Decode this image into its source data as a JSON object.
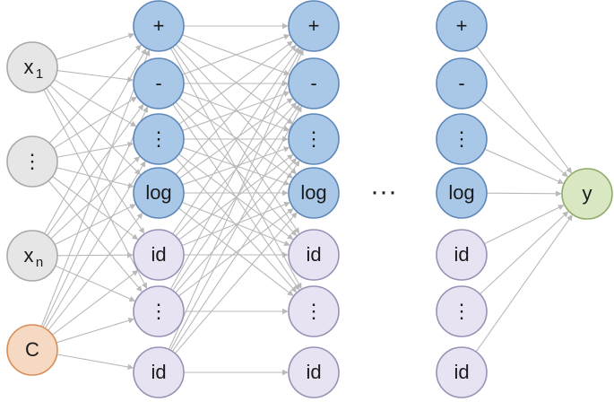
{
  "colors": {
    "input_fill": "#e6e6e6",
    "input_stroke": "#a9a9a9",
    "const_fill": "#f6d9c3",
    "const_stroke": "#d98d56",
    "op_fill": "#a9c8e8",
    "op_stroke": "#5e87b8",
    "id_fill": "#e8e3f3",
    "id_stroke": "#9a91b5",
    "out_fill": "#d9e7c2",
    "out_stroke": "#8fab64",
    "edge": "#b9b9b9"
  },
  "inputs": [
    {
      "label": "x",
      "sub": "1"
    },
    {
      "label": "⋮",
      "sub": ""
    },
    {
      "label": "x",
      "sub": "n"
    },
    {
      "label": "C",
      "sub": "",
      "kind": "const"
    }
  ],
  "hidden_nodes": [
    {
      "label": "+",
      "kind": "op"
    },
    {
      "label": "-",
      "kind": "op"
    },
    {
      "label": "⋮",
      "kind": "op"
    },
    {
      "label": "log",
      "kind": "op"
    },
    {
      "label": "id",
      "kind": "id"
    },
    {
      "label": "⋮",
      "kind": "id"
    },
    {
      "label": "id",
      "kind": "id"
    }
  ],
  "ellipsis": "···",
  "output": {
    "label": "y"
  }
}
